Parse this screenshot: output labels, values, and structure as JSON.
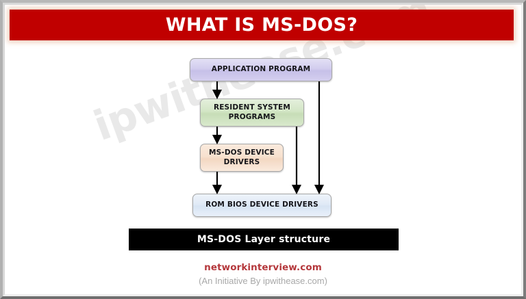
{
  "title_banner": {
    "text": "WHAT IS MS-DOS?",
    "background_color": "#C00000",
    "text_color": "#FFFFFF"
  },
  "watermark": {
    "text": "ipwithease.com",
    "color": "#E9E9E9"
  },
  "diagram": {
    "nodes": [
      {
        "id": "application-program",
        "label": "APPLICATION PROGRAM",
        "fill_color": "#D2CDEE"
      },
      {
        "id": "resident-system-programs",
        "label": "RESIDENT SYSTEM PROGRAMS",
        "fill_color": "#D3E6C6"
      },
      {
        "id": "ms-dos-device-drivers",
        "label": "MS-DOS DEVICE DRIVERS",
        "fill_color": "#F7E1CF"
      },
      {
        "id": "rom-bios-device-drivers",
        "label": "ROM BIOS DEVICE DRIVERS",
        "fill_color": "#E0EAF6"
      }
    ],
    "edges": [
      {
        "from": "application-program",
        "to": "resident-system-programs"
      },
      {
        "from": "resident-system-programs",
        "to": "ms-dos-device-drivers"
      },
      {
        "from": "ms-dos-device-drivers",
        "to": "rom-bios-device-drivers"
      },
      {
        "from": "resident-system-programs",
        "to": "rom-bios-device-drivers"
      },
      {
        "from": "application-program",
        "to": "rom-bios-device-drivers"
      }
    ],
    "arrow_color": "#000000"
  },
  "caption_banner": {
    "text": "MS-DOS Layer structure",
    "background_color": "#000000",
    "text_color": "#FFFFFF"
  },
  "footer": {
    "brand": "networkinterview.com",
    "brand_color": "#B4373B",
    "tagline": "(An Initiative By ipwithease.com)",
    "tagline_color": "#A8A8A8"
  }
}
